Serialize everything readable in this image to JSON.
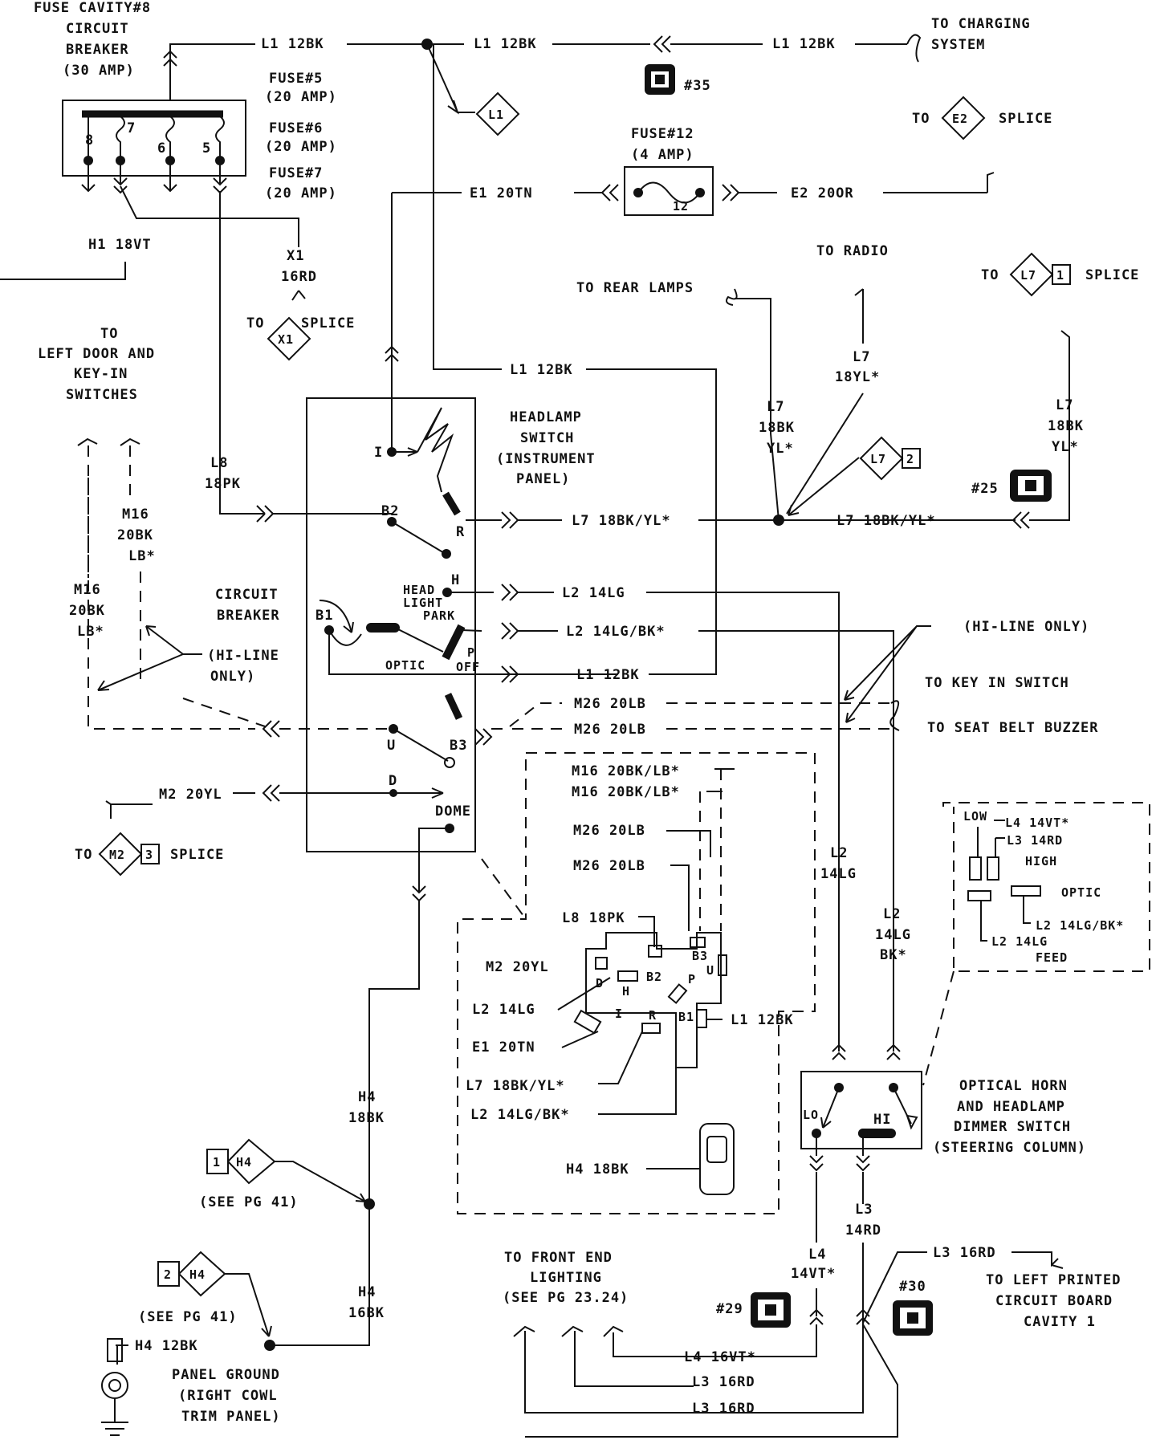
{
  "fuse_block": {
    "title": [
      "FUSE CAVITY#8",
      "CIRCUIT",
      "BREAKER",
      "(30 AMP)"
    ],
    "fuses": [
      "FUSE#5",
      "(20 AMP)",
      "FUSE#6",
      "(20 AMP)",
      "FUSE#7",
      "(20 AMP)"
    ],
    "terminal_numbers": [
      "8",
      "7",
      "6",
      "5"
    ]
  },
  "fuse12": {
    "name": "FUSE#12",
    "rating": "(4 AMP)",
    "terminal": "12"
  },
  "connectors": {
    "c35": "#35",
    "c25": "#25",
    "c29": "#29",
    "c30": "#30"
  },
  "splices": {
    "l1": "L1",
    "e2_to": "TO",
    "e2": "E2",
    "e2_label": "SPLICE",
    "x1_to": "TO",
    "x1": "X1",
    "x1_label": "SPLICE",
    "l7_to": "TO",
    "l7": "L7",
    "l7_num": "1",
    "l7_label": "SPLICE",
    "l7b": "L7",
    "l7b_num": "2",
    "m2_to": "TO",
    "m2": "M2",
    "m2_num": "3",
    "m2_label": "SPLICE",
    "h4a_num": "1",
    "h4a": "H4",
    "h4a_see": "(SEE PG 41)",
    "h4b_num": "2",
    "h4b": "H4",
    "h4b_see": "(SEE PG 41)"
  },
  "wires": {
    "l1_a": "L1 12BK",
    "l1_b": "L1 12BK",
    "l1_c": "L1 12BK",
    "l1_d": "L1 12BK",
    "l1_e": "L1 12BK",
    "l1_f": "L1 12BK",
    "e1": "E1 20TN",
    "e2": "E2 20OR",
    "h1": "H1 18VT",
    "x1": [
      "X1",
      "16RD"
    ],
    "l8": [
      "L8",
      "18PK"
    ],
    "l7_rear": [
      "L7",
      "18BK",
      "YL*"
    ],
    "l7_radio": [
      "L7",
      "18YL*"
    ],
    "l7_right": [
      "L7",
      "18BK",
      "YL*"
    ],
    "l7_sw": "L7 18BK/YL*",
    "l7_sw2": "L7 18BK/YL*",
    "l2_a": "L2 14LG",
    "l2_b": "L2 14LG/BK*",
    "l2_v1": [
      "L2",
      "14LG"
    ],
    "l2_v2": [
      "L2",
      "14LG",
      "BK*"
    ],
    "m26_a": "M26 20LB",
    "m26_b": "M26 20LB",
    "m16_a": [
      "M16",
      "20BK",
      "LB*"
    ],
    "m16_b": [
      "M16",
      "20BK",
      "LB*"
    ],
    "m2": "M2 20YL",
    "h4_a": [
      "H4",
      "18BK"
    ],
    "h4_b": [
      "H4",
      "16BK"
    ],
    "h4_c": "H4 12BK",
    "l3_v": [
      "L3",
      "14RD"
    ],
    "l4_v": [
      "L4",
      "14VT*"
    ],
    "l3_right": "L3 16RD",
    "l4_bottom": "L4 16VT*",
    "l3_b1": "L3 16RD",
    "l3_b2": "L3 16RD"
  },
  "labels": {
    "charging": [
      "TO CHARGING",
      "SYSTEM"
    ],
    "rear_lamps": "TO REAR LAMPS",
    "radio": "TO RADIO",
    "left_door": [
      "TO",
      "LEFT DOOR AND",
      "KEY-IN",
      "SWITCHES"
    ],
    "headlamp_switch": [
      "HEADLAMP",
      "SWITCH",
      "(INSTRUMENT",
      "PANEL)"
    ],
    "circuit_breaker": [
      "CIRCUIT",
      "BREAKER"
    ],
    "hi_line_left": [
      "(HI-LINE",
      "ONLY)"
    ],
    "hi_line_right": "(HI-LINE ONLY)",
    "key_in": "TO KEY IN SWITCH",
    "seat_belt": "TO SEAT BELT BUZZER",
    "switch_terms": {
      "i": "I",
      "r": "R",
      "b2": "B2",
      "h": "H",
      "head": "HEAD",
      "light": "LIGHT",
      "park": "PARK",
      "b1": "B1",
      "optic": "OPTIC",
      "p": "P",
      "off": "OFF",
      "u": "U",
      "b3": "B3",
      "d": "D",
      "dome": "DOME"
    },
    "front_end": [
      "TO FRONT END",
      "LIGHTING",
      "(SEE PG 23.24)"
    ],
    "panel_ground": [
      "PANEL GROUND",
      "(RIGHT COWL",
      "TRIM PANEL)"
    ],
    "left_pcb": [
      "TO LEFT PRINTED",
      "CIRCUIT BOARD",
      "CAVITY 1"
    ],
    "dimmer": [
      "OPTICAL HORN",
      "AND HEADLAMP",
      "DIMMER SWITCH",
      "(STEERING COLUMN)"
    ],
    "dimmer_lo": "LO",
    "dimmer_hi": "HI"
  },
  "connector_view": {
    "wires": [
      "M16 20BK/LB*",
      "M16 20BK/LB*",
      "M26 20LB",
      "M26 20LB",
      "L8 18PK",
      "M2 20YL",
      "L2 14LG",
      "E1 20TN",
      "L7 18BK/YL*",
      "L2 14LG/BK*",
      "H4 18BK",
      "L1 12BK"
    ],
    "terms": [
      "D",
      "B2",
      "B3",
      "U",
      "H",
      "P",
      "I",
      "R",
      "B1"
    ]
  },
  "dimmer_view": {
    "low": "LOW",
    "high": "HIGH",
    "optic": "OPTIC",
    "feed": "FEED",
    "wires": [
      "L4 14VT*",
      "L3 14RD",
      "L2 14LG/BK*",
      "L2 14LG"
    ]
  }
}
